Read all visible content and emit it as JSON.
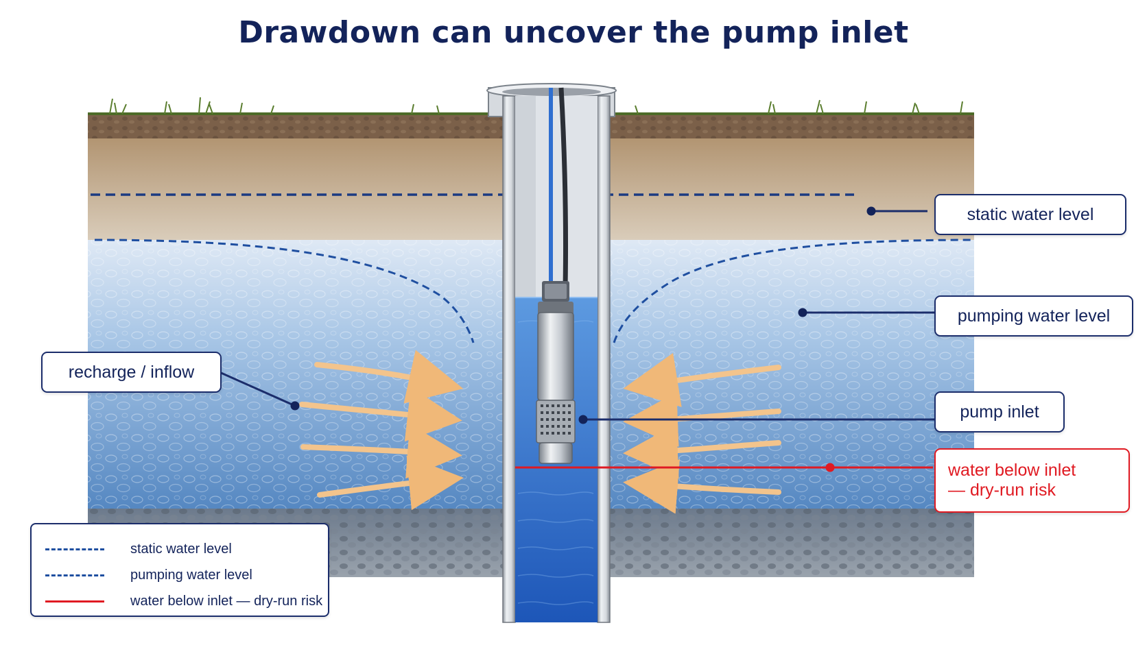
{
  "title": "Drawdown can uncover the pump inlet",
  "callouts": {
    "static_water_level": "static water level",
    "pumping_water_level": "pumping water level",
    "pump_inlet": "pump inlet",
    "recharge_inflow": "recharge / inflow",
    "dry_run_line1": "water below inlet",
    "dry_run_line2": "— dry-run risk"
  },
  "legend": {
    "items": [
      {
        "label": "static water level",
        "style": "dashed",
        "color": "#1f4fa0"
      },
      {
        "label": "pumping water level",
        "style": "dashed",
        "color": "#1f4fa0"
      },
      {
        "label": "water below inlet — dry-run risk",
        "style": "solid",
        "color": "#e01a22"
      }
    ]
  },
  "colors": {
    "title": "#13235a",
    "accent_blue": "#1f4fa0",
    "danger_red": "#e01a22",
    "water": "#2f6fd0",
    "soil": "#c9b59a",
    "arrow": "#f3c48c"
  },
  "icons": {
    "pump": "submersible-pump-icon",
    "casing": "well-casing",
    "arrows": "inflow-arrow-icon"
  }
}
